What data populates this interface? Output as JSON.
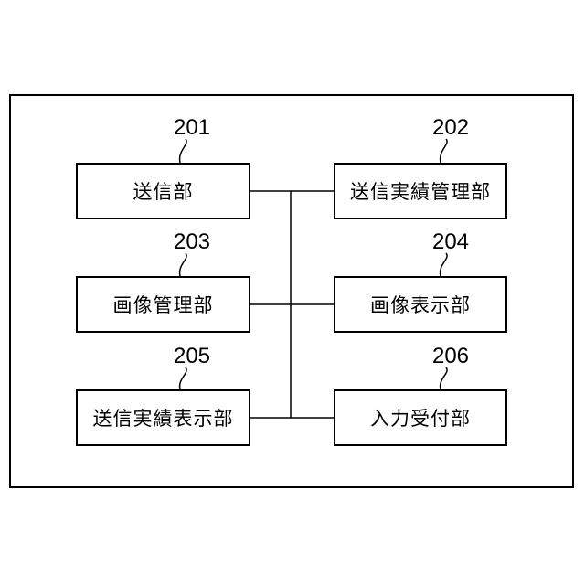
{
  "colors": {
    "background": "#ffffff",
    "line": "#000000"
  },
  "diagram": {
    "nodes": [
      {
        "ref": "201",
        "label": "送信部"
      },
      {
        "ref": "202",
        "label": "送信実績管理部"
      },
      {
        "ref": "203",
        "label": "画像管理部"
      },
      {
        "ref": "204",
        "label": "画像表示部"
      },
      {
        "ref": "205",
        "label": "送信実績表示部"
      },
      {
        "ref": "206",
        "label": "入力受付部"
      }
    ]
  }
}
